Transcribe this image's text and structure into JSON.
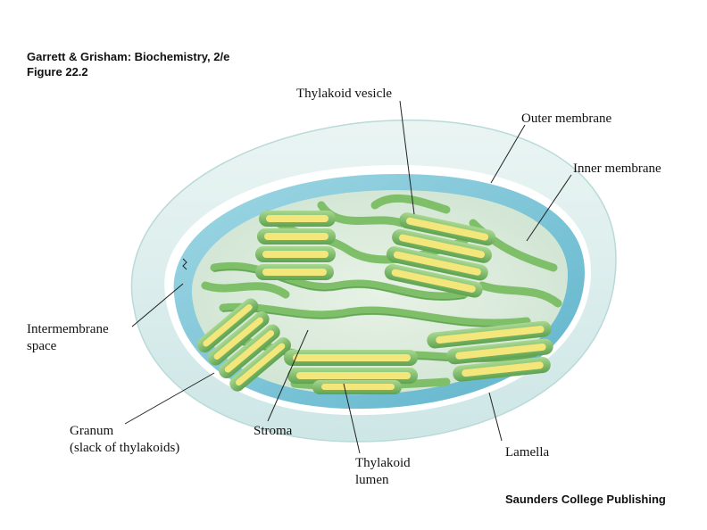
{
  "header": {
    "title": "Garrett & Grisham: Biochemistry, 2/e",
    "figure": "Figure 22.2"
  },
  "publisher": "Saunders College Publishing",
  "labels": {
    "thylakoid_vesicle": "Thylakoid vesicle",
    "outer_membrane": "Outer membrane",
    "inner_membrane": "Inner membrane",
    "intermembrane_line1": "Intermembrane",
    "intermembrane_line2": "space",
    "granum_line1": "Granum",
    "granum_line2": "(slack of thylakoids)",
    "stroma": "Stroma",
    "thylakoid_lumen_line1": "Thylakoid",
    "thylakoid_lumen_line2": "lumen",
    "lamella": "Lamella"
  },
  "colors": {
    "outer_membrane": "#dcefee",
    "intermembrane": "#7cc6d8",
    "inner_membrane": "#bfe6ee",
    "stroma_bg": "#dfeee0",
    "thylakoid_green": "#7fbf6a",
    "thylakoid_dark": "#4f9a45",
    "lumen_yellow": "#f3e67a"
  }
}
